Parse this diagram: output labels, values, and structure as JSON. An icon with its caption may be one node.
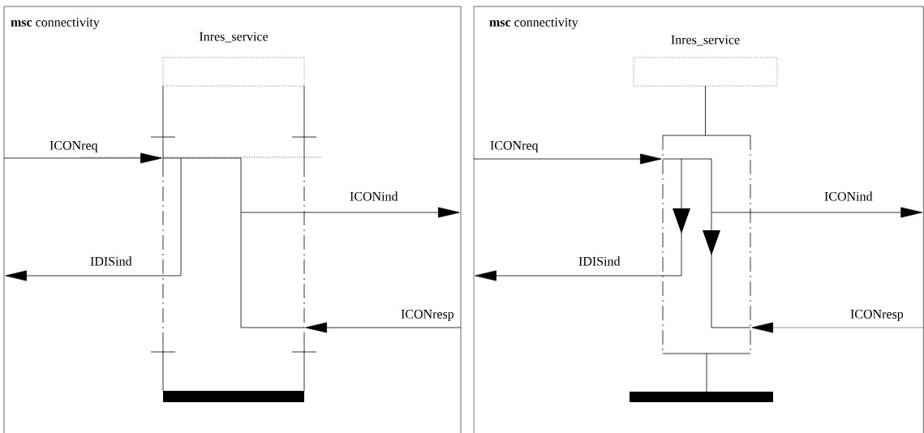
{
  "diagram": {
    "nodes": [
      {
        "text": [
          "**msc** connectivity"
        ]
      },
      {
        "text": [
          "Inres_service"
        ],
        "in": 0
      },
      {
        "text": [],
        "shape": "box",
        "in": 0
      },
      {
        "text": [],
        "shape": "bar",
        "in": 0
      },
      {
        "text": [
          "**msc** connectivity"
        ]
      },
      {
        "text": [
          "Inres_service"
        ],
        "in": 4
      },
      {
        "text": [],
        "shape": "box",
        "in": 4
      },
      {
        "text": [],
        "shape": "bar",
        "in": 4
      }
    ],
    "edges": [
      {
        "from": 0,
        "to": 2,
        "arrow": "to",
        "label": "ICONreq"
      },
      {
        "from": 2,
        "to": 0,
        "arrow": "to",
        "label": "ICONind"
      },
      {
        "from": 2,
        "to": 0,
        "arrow": "to",
        "label": "IDISind"
      },
      {
        "from": 0,
        "to": 2,
        "arrow": "to",
        "label": "ICONresp"
      },
      {
        "from": 5,
        "to": 6,
        "arrow": "none"
      },
      {
        "from": 6,
        "to": 7,
        "arrow": "none"
      },
      {
        "from": 4,
        "to": 6,
        "arrow": "to",
        "label": "ICONreq"
      },
      {
        "from": 6,
        "to": 4,
        "arrow": "to",
        "label": "ICONind"
      },
      {
        "from": 6,
        "to": 4,
        "arrow": "to",
        "label": "IDISind"
      },
      {
        "from": 4,
        "to": 6,
        "arrow": "to",
        "label": "ICONresp"
      }
    ]
  }
}
